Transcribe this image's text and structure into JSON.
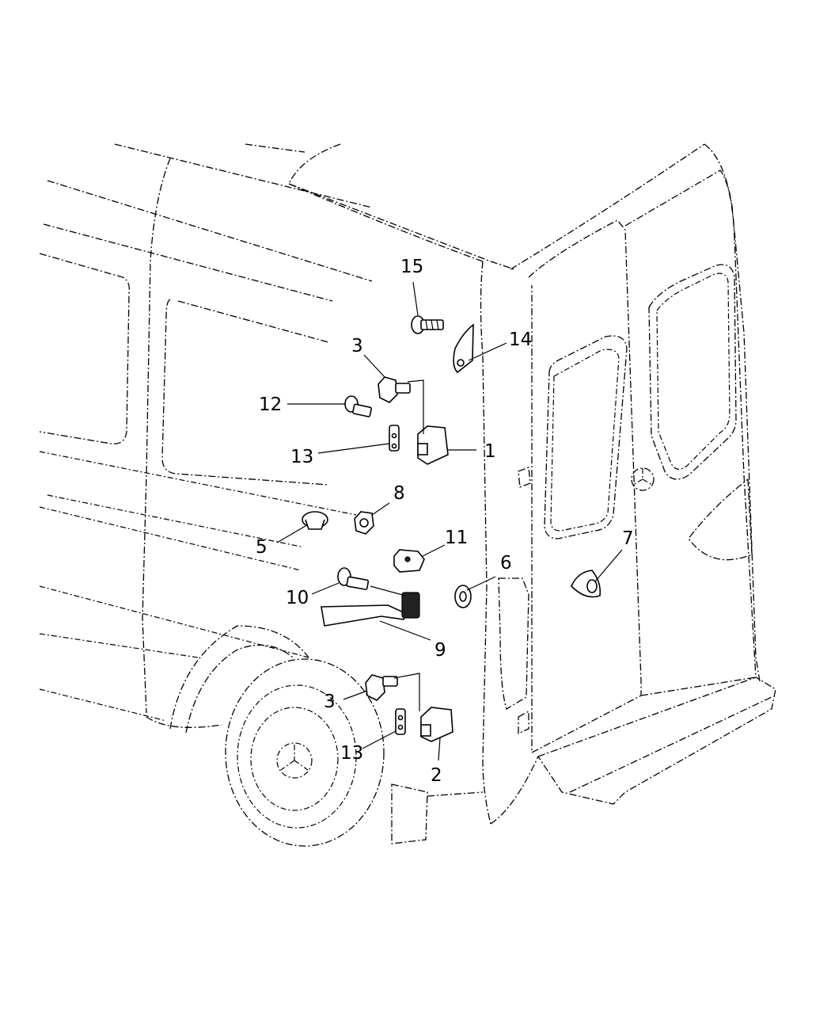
{
  "callouts": [
    {
      "id": "c1",
      "text": "1"
    },
    {
      "id": "c2",
      "text": "2"
    },
    {
      "id": "c3a",
      "text": "3"
    },
    {
      "id": "c3b",
      "text": "3"
    },
    {
      "id": "c5",
      "text": "5"
    },
    {
      "id": "c6",
      "text": "6"
    },
    {
      "id": "c7",
      "text": "7"
    },
    {
      "id": "c8",
      "text": "8"
    },
    {
      "id": "c9",
      "text": "9"
    },
    {
      "id": "c10",
      "text": "10"
    },
    {
      "id": "c11",
      "text": "11"
    },
    {
      "id": "c12",
      "text": "12"
    },
    {
      "id": "c13a",
      "text": "13"
    },
    {
      "id": "c13b",
      "text": "13"
    },
    {
      "id": "c14",
      "text": "14"
    },
    {
      "id": "c15",
      "text": "15"
    }
  ]
}
